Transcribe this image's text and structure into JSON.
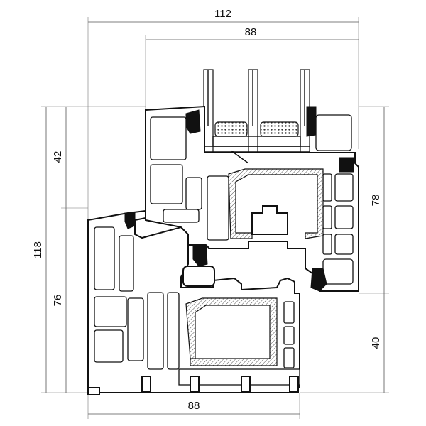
{
  "dimensions": {
    "top_outer": "112",
    "top_inner": "88",
    "left_total": "118",
    "left_upper": "42",
    "left_lower": "76",
    "right_upper": "78",
    "right_lower": "40",
    "bottom": "88"
  }
}
